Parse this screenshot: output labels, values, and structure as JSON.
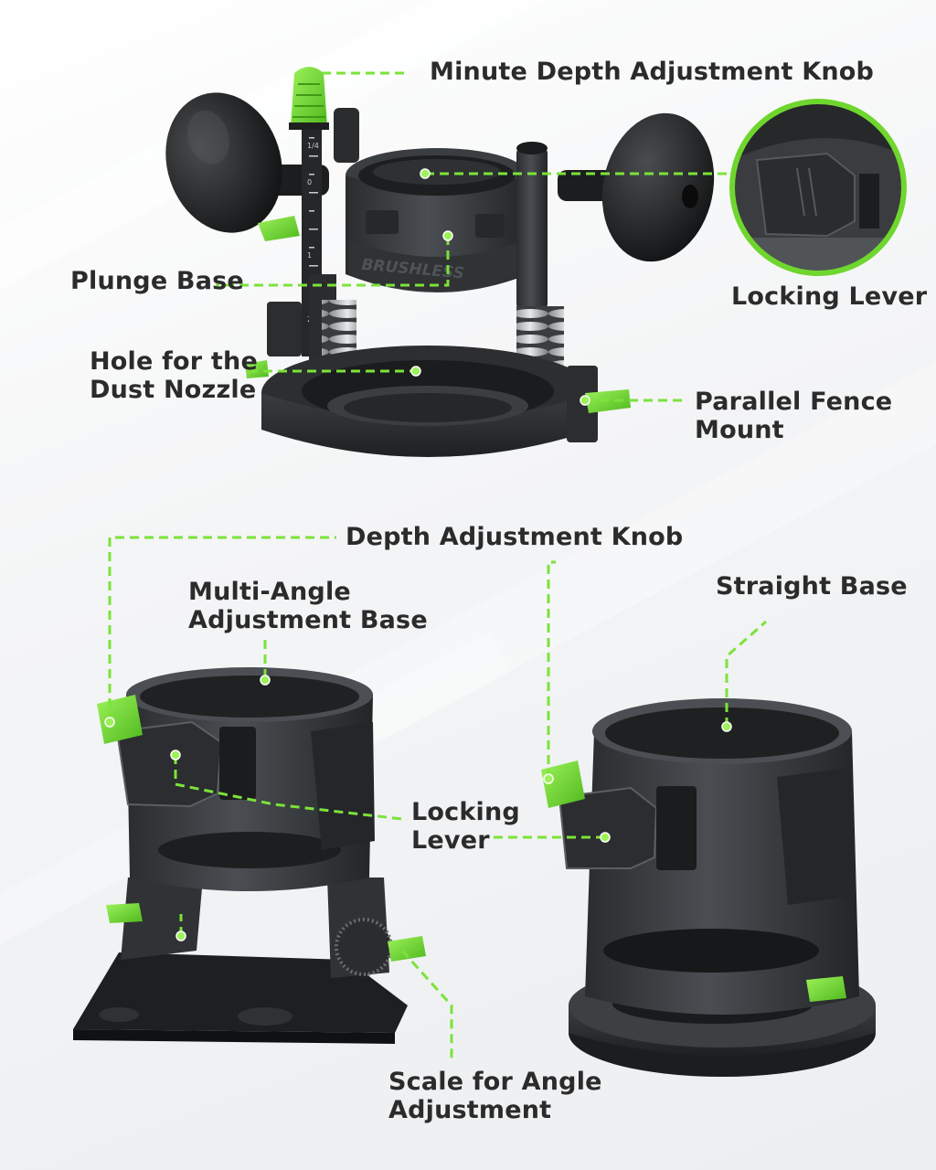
{
  "colors": {
    "accent_green": "#7be33a",
    "body_dark": "#2f3234",
    "body_mid": "#45494c",
    "label_text": "#2b2b2b",
    "background": "#f2f3f4"
  },
  "plunge_base_section": {
    "callouts": {
      "minute_depth_knob": "Minute Depth Adjustment Knob",
      "plunge_base": "Plunge Base",
      "hole_dust_nozzle": [
        "Hole for the",
        "Dust Nozzle"
      ],
      "locking_lever": "Locking Lever",
      "parallel_fence_mount": [
        "Parallel Fence",
        "Mount"
      ]
    },
    "brand_mark": "BRUSHLESS",
    "depth_scale_marks": [
      "1/4",
      "0",
      "1",
      "2"
    ]
  },
  "fixed_bases_section": {
    "callouts": {
      "depth_adjustment_knob": "Depth Adjustment Knob",
      "multi_angle_base": [
        "Multi-Angle",
        "Adjustment Base"
      ],
      "straight_base": "Straight Base",
      "locking_lever": [
        "Locking",
        "Lever"
      ],
      "scale_angle": [
        "Scale for Angle",
        "Adjustment"
      ]
    }
  }
}
